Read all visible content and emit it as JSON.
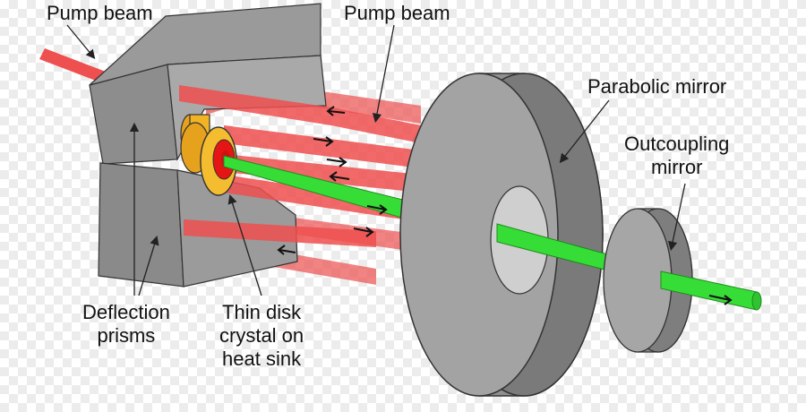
{
  "labels": {
    "pump_beam_left": "Pump beam",
    "pump_beam_right": "Pump beam",
    "parabolic_mirror": "Parabolic mirror",
    "outcoupling_mirror": [
      "Outcoupling",
      "mirror"
    ],
    "deflection_prisms": [
      "Deflection",
      "prisms"
    ],
    "thin_disk": [
      "Thin disk",
      "crystal on",
      "heat sink"
    ]
  },
  "colors": {
    "pump_beam": "#ee4f4f",
    "laser_beam": "#33dd33",
    "mirror_gray": "#8c8c8c",
    "heat_sink": "#f2b424",
    "crystal": "#e51515"
  },
  "icons": [
    "arrow-icon"
  ]
}
